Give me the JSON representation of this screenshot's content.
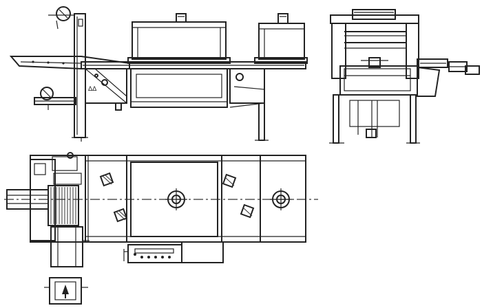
{
  "figure": {
    "kind": "technical-drawing",
    "views": [
      "side-elevation",
      "end-elevation",
      "plan-view",
      "detail-view"
    ],
    "line_color": "#222222",
    "background": "#ffffff"
  },
  "side_view": {
    "panel_label": "ΔΔ"
  }
}
